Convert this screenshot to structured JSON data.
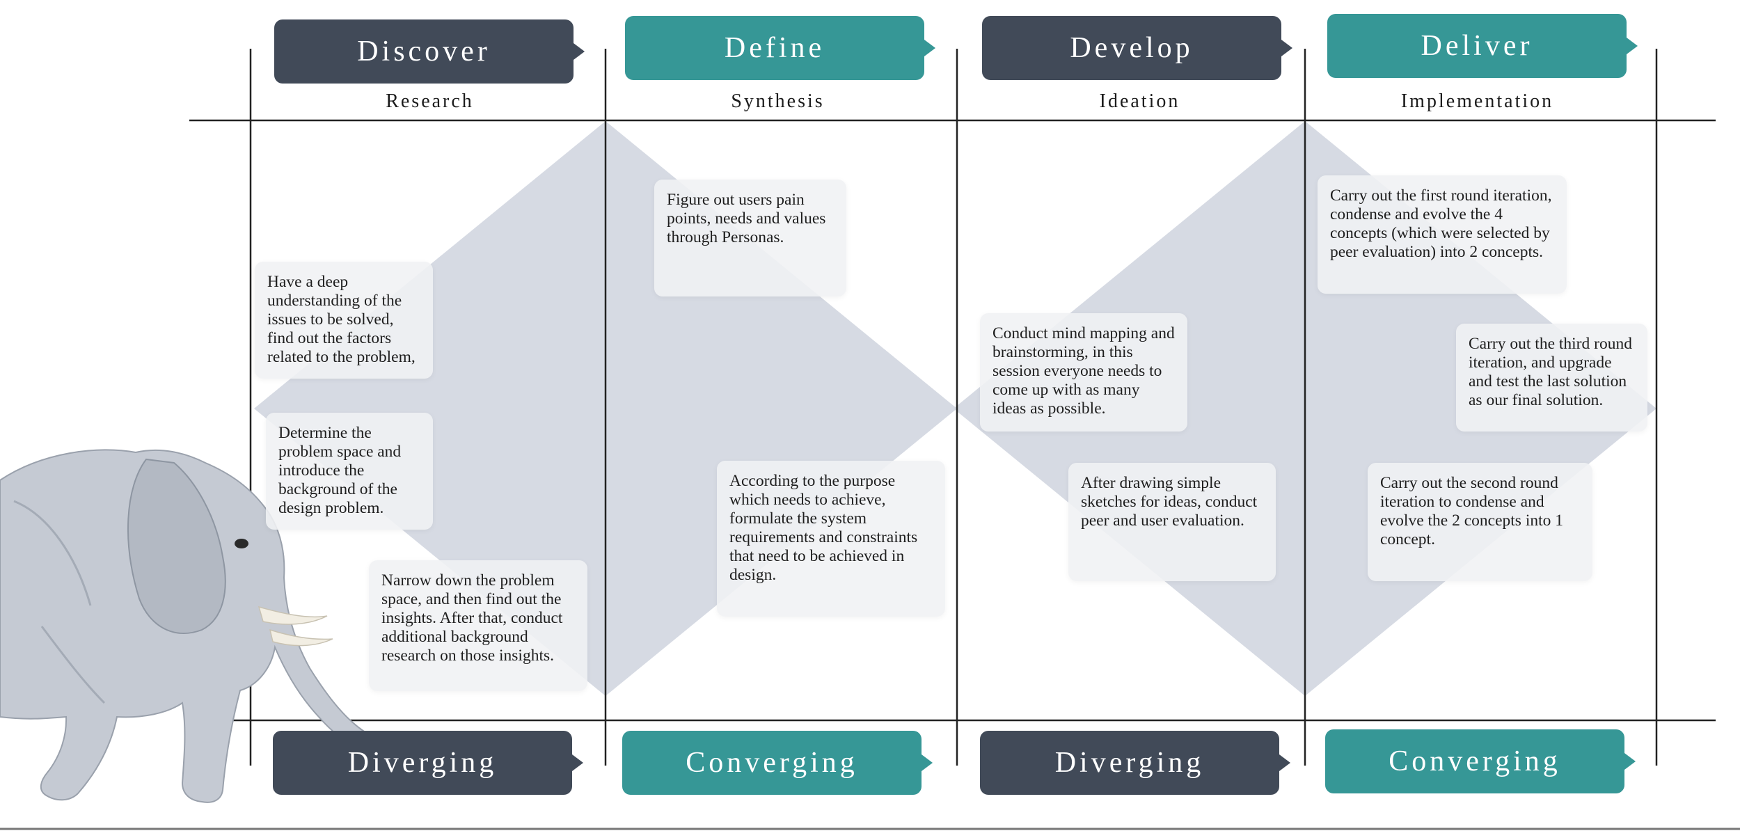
{
  "stages": [
    {
      "label": "Discover",
      "phase": "Research",
      "color": "#414a58"
    },
    {
      "label": "Define",
      "phase": "Synthesis",
      "color": "#369796"
    },
    {
      "label": "Develop",
      "phase": "Ideation",
      "color": "#414a58"
    },
    {
      "label": "Deliver",
      "phase": "Implementation",
      "color": "#369796"
    }
  ],
  "modes": [
    {
      "label": "Diverging",
      "color": "#414a58"
    },
    {
      "label": "Converging",
      "color": "#369796"
    },
    {
      "label": "Diverging",
      "color": "#414a58"
    },
    {
      "label": "Converging",
      "color": "#369796"
    }
  ],
  "cards": [
    "Have a deep understanding of the issues to be solved, find out the factors related to the problem,",
    "Determine the problem space and introduce the background of the design problem.",
    "Narrow down the problem space, and then find out the insights. After that, conduct additional background research on those insights.",
    "Figure out users pain points, needs and values through Personas.",
    "According to the purpose which needs to achieve, formulate the system requirements and constraints that need to be achieved in design.",
    "Conduct mind mapping and brainstorming, in this session everyone needs to come up with as many ideas as possible.",
    "After drawing simple sketches for ideas, conduct peer and user evaluation.",
    "Carry out the first round iteration, condense and evolve the 4 concepts (which were selected by peer evaluation) into 2 concepts.",
    "Carry out the third round iteration, and upgrade and test the last solution as our final solution.",
    "Carry out the second round iteration to condense and evolve the 2 concepts into 1 concept."
  ],
  "colors": {
    "diamond": "#d6dae3",
    "line": "#222222",
    "dark": "#414a58",
    "teal": "#369796"
  }
}
